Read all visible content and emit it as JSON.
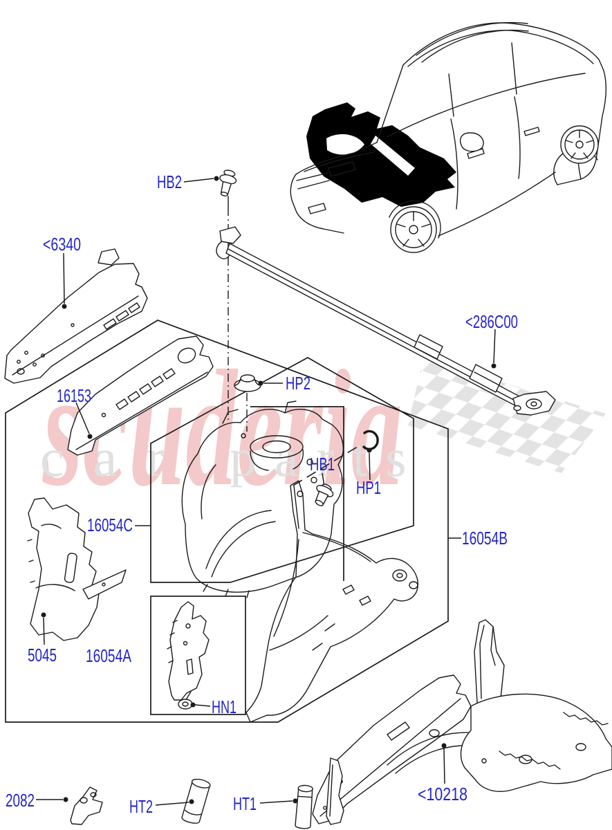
{
  "colors": {
    "label_blue": "#2323cc",
    "line_black": "#1a1a1a",
    "watermark_pink": "#f3c9c9",
    "watermark_gray": "#e0e0e0",
    "checker_gray": "#e3e3e3",
    "engine_highlight": "#000000"
  },
  "watermark": {
    "brand": "scuderia",
    "word_left": "car",
    "word_right": "parts"
  },
  "callouts": {
    "hb2": "HB2",
    "rail": "<6340",
    "sill": "16153",
    "brace": "<286C00",
    "hp2": "HP2",
    "hb1": "HB1",
    "hp1": "HP1",
    "wheelhouse": "16054C",
    "cowl": "16054B",
    "pillar": "5045",
    "apron_rein": "16054A",
    "hn1": "HN1",
    "apron": "<10218",
    "bracket": "2082",
    "ht2": "HT2",
    "ht1": "HT1"
  }
}
